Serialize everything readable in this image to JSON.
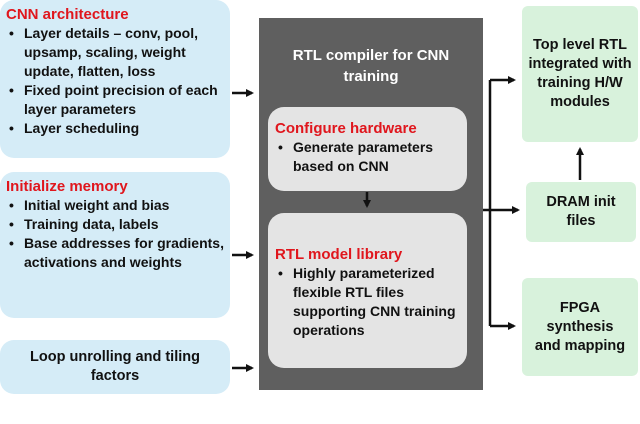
{
  "cnn_architecture": {
    "heading": "CNN architecture",
    "items": [
      "Layer details – conv, pool, upsamp, scaling, weight update, flatten, loss",
      "Fixed point precision of each layer parameters",
      "Layer scheduling"
    ]
  },
  "initialize_memory": {
    "heading": "Initialize memory",
    "items": [
      "Initial weight and bias",
      "Training data, labels",
      "Base addresses for gradients, activations and weights"
    ]
  },
  "loop_unrolling": {
    "label": "Loop unrolling and tiling factors"
  },
  "compiler": {
    "title": "RTL compiler for CNN training",
    "configure_hardware": {
      "heading": "Configure hardware",
      "items": [
        "Generate parameters based on CNN"
      ]
    },
    "rtl_model_library": {
      "heading": "RTL model library",
      "items": [
        "Highly parameterized flexible RTL files supporting CNN training operations"
      ]
    }
  },
  "outputs": {
    "top_level_rtl": "Top level RTL integrated with training H/W modules",
    "dram_init": "DRAM init files",
    "fpga": "FPGA synthesis and mapping"
  }
}
